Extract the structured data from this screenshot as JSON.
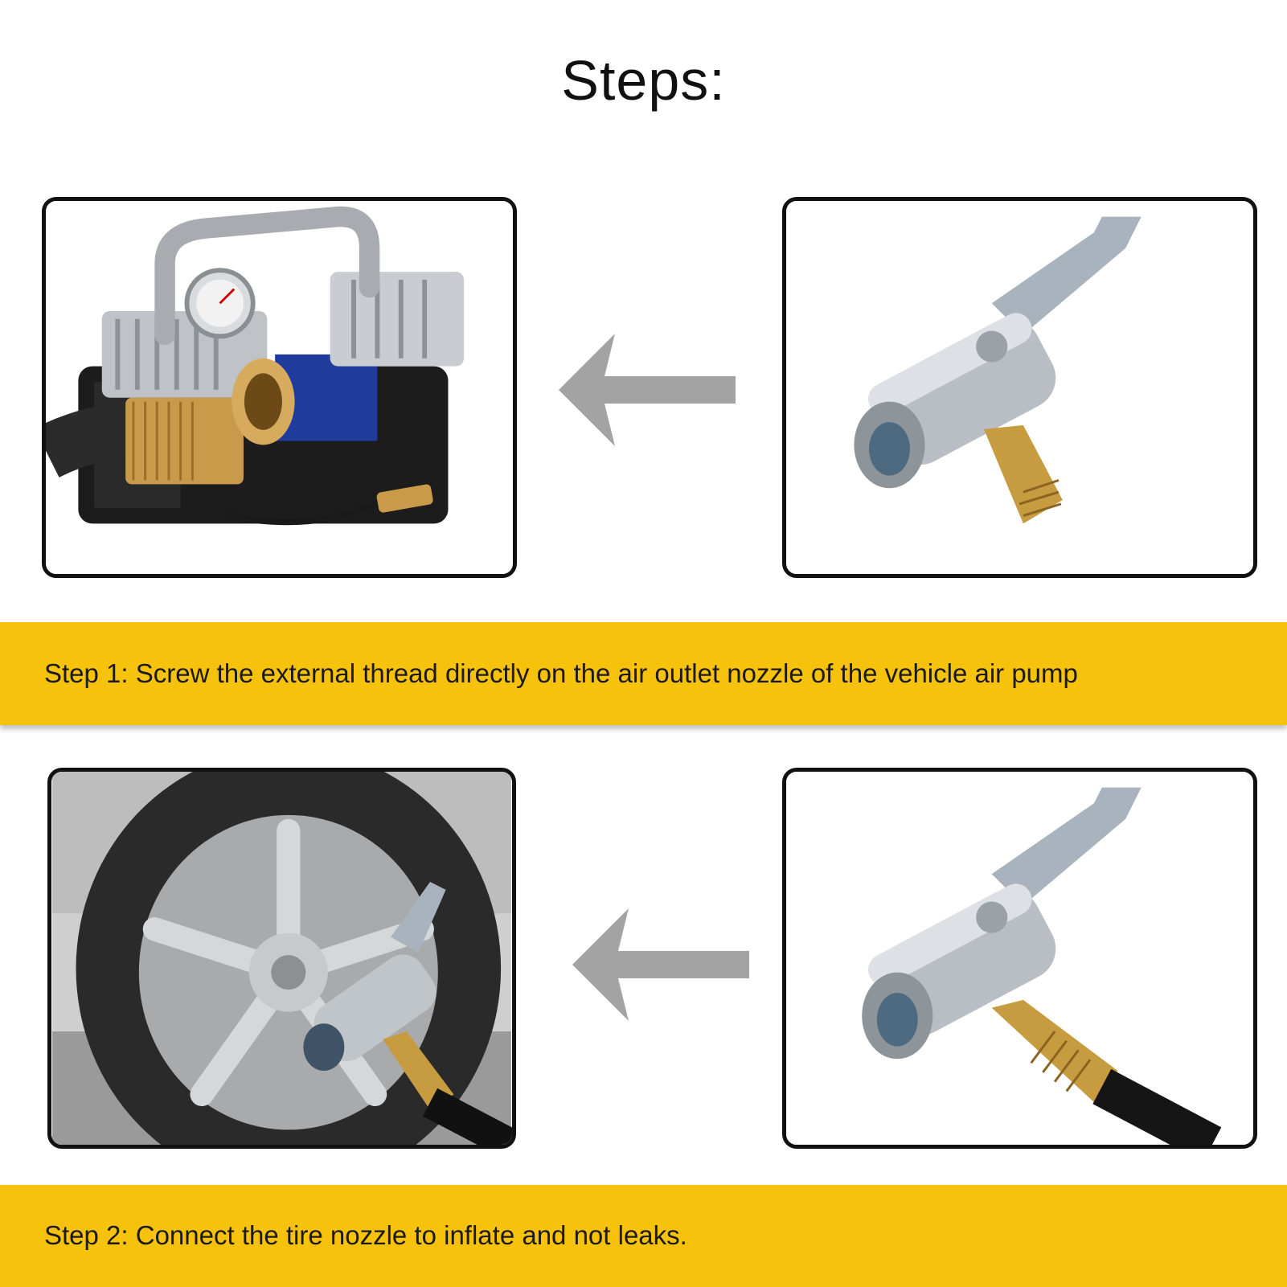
{
  "page": {
    "title": "Steps:"
  },
  "steps": [
    {
      "label": "Step 1: Screw the external thread directly on the air outlet nozzle of the vehicle air pump"
    },
    {
      "label": "Step 2: Connect the tire nozzle to inflate and not leaks."
    }
  ],
  "colors": {
    "band": "#f7c20c",
    "arrow": "#a3a3a3",
    "frame": "#111111"
  },
  "icons": [
    "air-compressor-photo",
    "chuck-nozzle-photo",
    "tire-inflation-photo",
    "left-arrow-icon"
  ]
}
